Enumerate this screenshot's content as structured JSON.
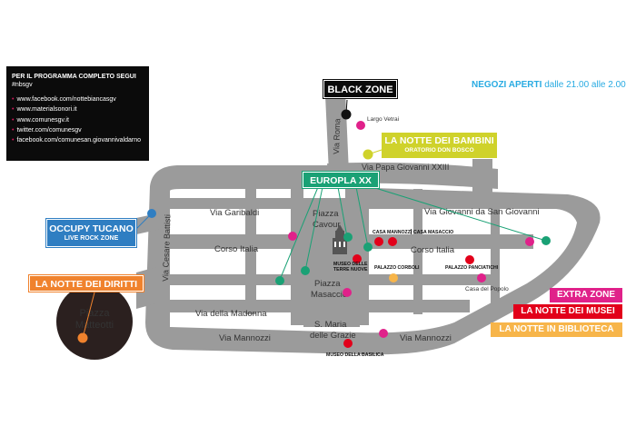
{
  "info": {
    "title": "PER IL PROGRAMMA COMPLETO SEGUI",
    "hashtag": "#nbsgv",
    "links": [
      "www.facebook.com/nottebiancasgv",
      "www.materialsonori.it",
      "www.comunesgv.it",
      "twitter.com/comunesgv",
      "facebook.com/comunesan.giovannivaldarno"
    ]
  },
  "shops": {
    "strong": "NEGOZI APERTI",
    "rest": "dalle 21.00 alle 2.00"
  },
  "zones": {
    "black_zone": "BLACK ZONE",
    "bambini_title": "LA NOTTE DEI BAMBINI",
    "bambini_sub": "ORATORIO DON BOSCO",
    "europla": "EUROPLA XX",
    "occupy_title": "OCCUPY TUCANO",
    "occupy_sub": "LIVE ROCK ZONE",
    "diritti": "LA NOTTE DEI DIRITTI",
    "extra": "EXTRA ZONE",
    "musei": "LA NOTTE DEI MUSEI",
    "biblioteca": "LA NOTTE IN BIBLIOTECA"
  },
  "colors": {
    "road": "#9b9b9b",
    "black": "#111111",
    "yellow": "#cfd22b",
    "teal": "#1aa175",
    "blue": "#2f7ec2",
    "orange": "#f0822d",
    "magenta": "#e0218a",
    "red": "#e2001a",
    "biblio": "#f7b54a",
    "piazza_circle": "#2b201f",
    "negozi": "#29abe2"
  },
  "streets": {
    "via_roma": "Via Roma",
    "via_papa": "Via Papa  Giovanni XXIII",
    "largo_vetrai": "Largo Vetrai",
    "via_garibaldi": "Via Garibaldi",
    "piazza_cavour_1": "Piazza",
    "piazza_cavour_2": "Cavour",
    "via_san_giovanni": "Via Giovanni da San Giovanni",
    "corso_italia_w": "Corso Italia",
    "corso_italia_e": "Corso Italia",
    "via_cesare_battisti": "Via Cesare Battisti",
    "piazza_masaccio_1": "Piazza",
    "piazza_masaccio_2": "Masaccio",
    "via_madonna": "Via della Madonna",
    "via_mannozzi_w": "Via Mannozzi",
    "via_mannozzi_e": "Via Mannozzi",
    "s_maria_1": "S. Maria",
    "s_maria_2": "delle Grazie",
    "piazza_matteotti_1": "Piazza",
    "piazza_matteotti_2": "Matteotti"
  },
  "pois": {
    "casa_mannozzi": "CASA MANNOZZI",
    "casa_masaccio": "CASA MASACCIO",
    "museo_terre_1": "MUSEO DELLE",
    "museo_terre_2": "TERRE NUOVE",
    "palazzo_corboli": "PALAZZO CORBOLI",
    "palazzo_panciatichi": "PALAZZO PANCIATICHI",
    "casa_popolo": "Casa del Popolo",
    "museo_basilica": "MUSEO DELLA BASILICA"
  }
}
